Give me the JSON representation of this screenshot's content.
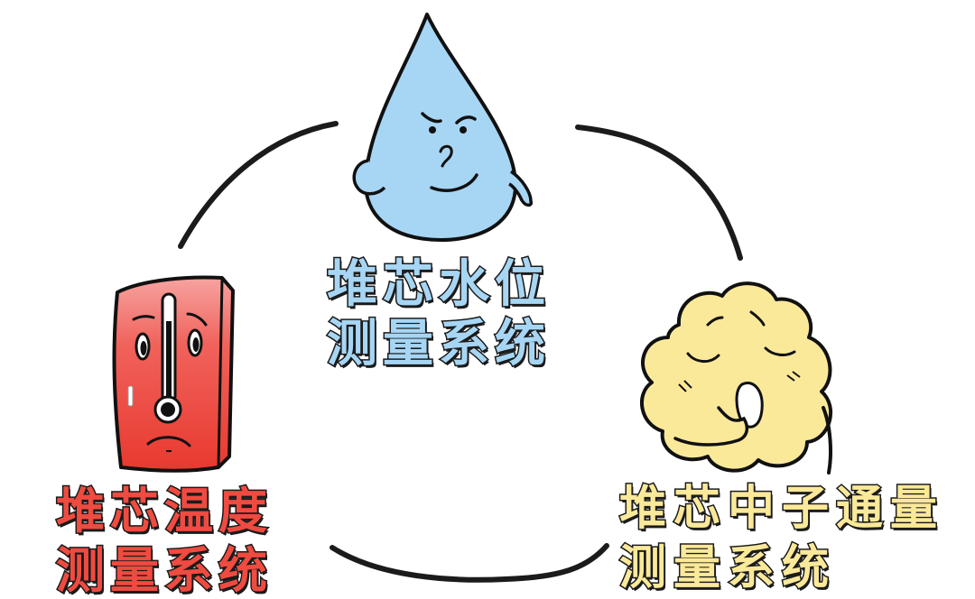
{
  "diagram": {
    "type": "cycle",
    "nodes": [
      {
        "id": "water-level",
        "label_line1": "堆芯水位",
        "label_line2": "测量系统",
        "character": "water-droplet",
        "color": "#a7d6f4"
      },
      {
        "id": "neutron-flux",
        "label_line1": "堆芯中子通量",
        "label_line2": "测量系统",
        "character": "yellow-cloud-yawning",
        "color": "#fbe99a"
      },
      {
        "id": "temperature",
        "label_line1": "堆芯温度",
        "label_line2": "测量系统",
        "character": "red-thermometer",
        "color": "#ef4b40"
      }
    ],
    "edges": [
      {
        "from": "temperature",
        "to": "water-level"
      },
      {
        "from": "water-level",
        "to": "neutron-flux"
      },
      {
        "from": "neutron-flux",
        "to": "temperature"
      }
    ],
    "arc_color": "#1b1b1b",
    "background": "#ffffff"
  }
}
